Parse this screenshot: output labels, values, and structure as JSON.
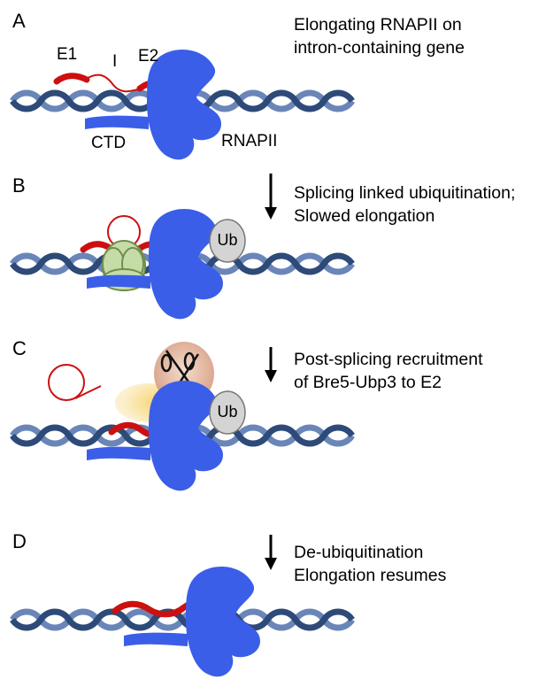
{
  "panels": [
    {
      "letter": "A",
      "description": [
        "Elongating RNAPII on",
        "intron-containing gene"
      ],
      "labels": {
        "e1": "E1",
        "intron": "I",
        "e2": "E2",
        "ctd": "CTD",
        "rnapii": "RNAPII"
      }
    },
    {
      "letter": "B",
      "description": [
        "Splicing linked ubiquitination;",
        "Slowed elongation"
      ],
      "ub": "Ub"
    },
    {
      "letter": "C",
      "description": [
        "Post-splicing recruitment",
        "of Bre5-Ubp3 to E2"
      ],
      "ub": "Ub"
    },
    {
      "letter": "D",
      "description": [
        "De-ubiquitination",
        "Elongation resumes"
      ]
    }
  ],
  "colors": {
    "dna_dark": "#2d4a78",
    "dna_light": "#6a86b8",
    "rnapii": "#3b5ee8",
    "rna": "#cc1010",
    "spliceosome": "#c6dca8",
    "ub": "#d4d4d4"
  }
}
